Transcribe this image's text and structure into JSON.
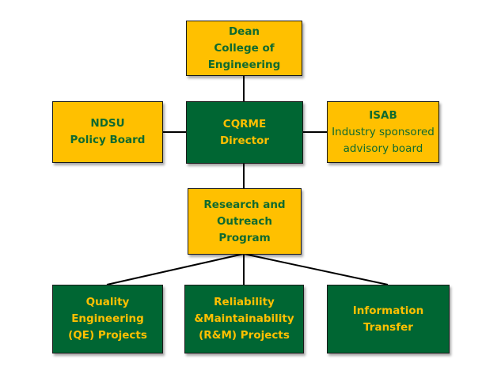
{
  "colors": {
    "gold": "#ffc000",
    "green": "#006633",
    "connector": "#000000"
  },
  "nodes": {
    "dean": {
      "lines": [
        "Dean",
        "College of",
        "Engineering"
      ]
    },
    "ndsu": {
      "lines": [
        "NDSU",
        "Policy Board"
      ]
    },
    "cqrme": {
      "lines": [
        "CQRME",
        "Director"
      ]
    },
    "isab": {
      "title": "ISAB",
      "lines": [
        "Industry sponsored",
        "advisory board"
      ]
    },
    "research": {
      "lines": [
        "Research and",
        "Outreach",
        "Program"
      ]
    },
    "qe": {
      "lines": [
        "Quality",
        "Engineering",
        "(QE) Projects"
      ]
    },
    "rm": {
      "lines": [
        "Reliability",
        "&Maintainability",
        "(R&M) Projects"
      ]
    },
    "info": {
      "lines": [
        "Information",
        "Transfer"
      ]
    }
  },
  "connections": [
    [
      "dean",
      "cqrme"
    ],
    [
      "ndsu",
      "cqrme"
    ],
    [
      "cqrme",
      "isab"
    ],
    [
      "cqrme",
      "research"
    ],
    [
      "research",
      "qe"
    ],
    [
      "research",
      "rm"
    ],
    [
      "research",
      "info"
    ]
  ]
}
